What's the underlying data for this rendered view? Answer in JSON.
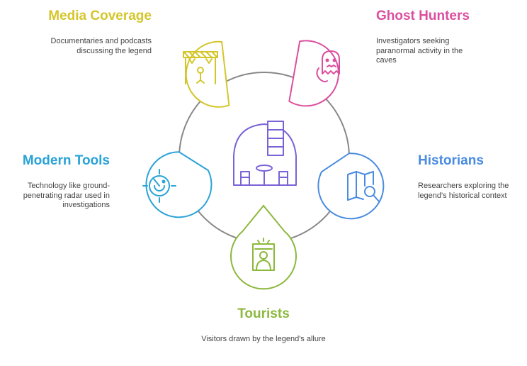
{
  "colors": {
    "media": "#d4c62a",
    "ghost": "#db4f9e",
    "historians": "#4a8ce0",
    "tourists": "#8cb83c",
    "modern": "#2aa3d7",
    "center": "#7b62d6",
    "ring": "#888888"
  },
  "center": {
    "icon": "cave-chamber-icon"
  },
  "items": [
    {
      "key": "media",
      "title": "Media Coverage",
      "description": "Documentaries and podcasts discussing the legend",
      "icon": "stage-microphone-icon"
    },
    {
      "key": "ghost",
      "title": "Ghost Hunters",
      "description": "Investigators seeking paranormal activity in the caves",
      "icon": "ghost-icon"
    },
    {
      "key": "historians",
      "title": "Historians",
      "description": "Researchers exploring the legend's historical context",
      "icon": "map-magnifier-icon"
    },
    {
      "key": "tourists",
      "title": "Tourists",
      "description": "Visitors drawn by the legend's allure",
      "icon": "visitor-portrait-icon"
    },
    {
      "key": "modern",
      "title": "Modern Tools",
      "description": "Technology like ground-penetrating radar used in investigations",
      "icon": "radar-icon"
    }
  ]
}
